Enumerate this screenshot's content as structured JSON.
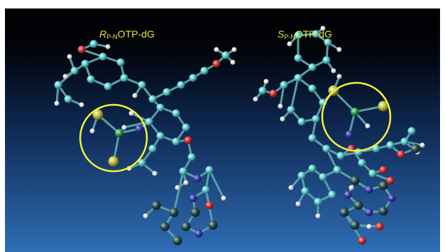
{
  "labels": {
    "left": {
      "main": "R",
      "sub": "P-N",
      "rest": "OTP-dG"
    },
    "right": {
      "main": "S",
      "sub": "P-N",
      "rest": "OTP-dG"
    }
  },
  "colors": {
    "background_top": "#000000",
    "background_bottom": "#2f6db5",
    "frame": "#ffffff",
    "label": "#e6e63a",
    "circle": "#f2f23a",
    "carbon": "#5fc8c8",
    "hydrogen": "#e8e8e8",
    "oxygen": "#d23030",
    "nitrogen": "#3a3aa8",
    "phosphorus": "#2fa04a",
    "sulfur": "#b8b840",
    "dark_carbon": "#2a4a4a"
  }
}
